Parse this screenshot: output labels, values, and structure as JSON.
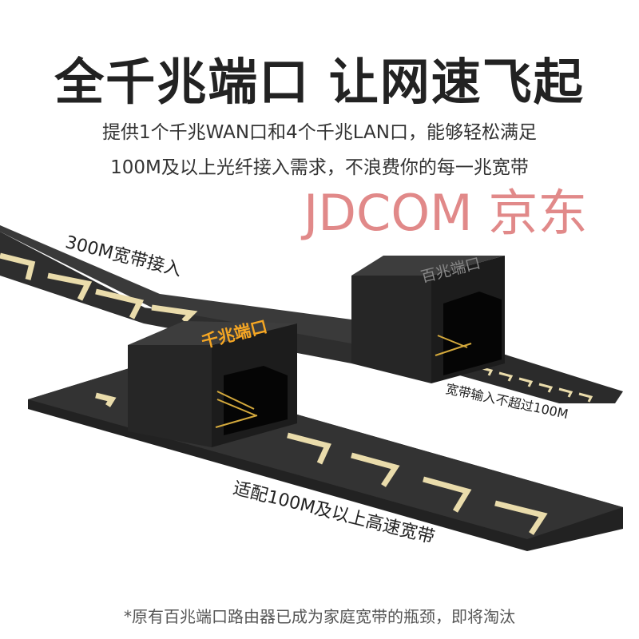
{
  "title": "全千兆端口 让网速飞起",
  "subtitle_line1": "提供1个千兆WAN口和4个千兆LAN口，能够轻松满足",
  "subtitle_line2": "100M及以上光纤接入需求，不浪费你的每一兆宽带",
  "labels": {
    "input_300m": "300M宽带接入",
    "gigabit_port": "千兆端口",
    "fast_port": "百兆端口",
    "limit_100m": "宽带输入不超过100M",
    "adapt": "适配100M及以上高速宽带"
  },
  "watermark": "JDCOM 京东",
  "footnote": "*原有百兆端口路由器已成为家庭宽带的瓶颈，即将淘汰",
  "colors": {
    "strip": "#2b2b2b",
    "chevron": "#eadcab",
    "gigabit_label": "#f5a623"
  }
}
